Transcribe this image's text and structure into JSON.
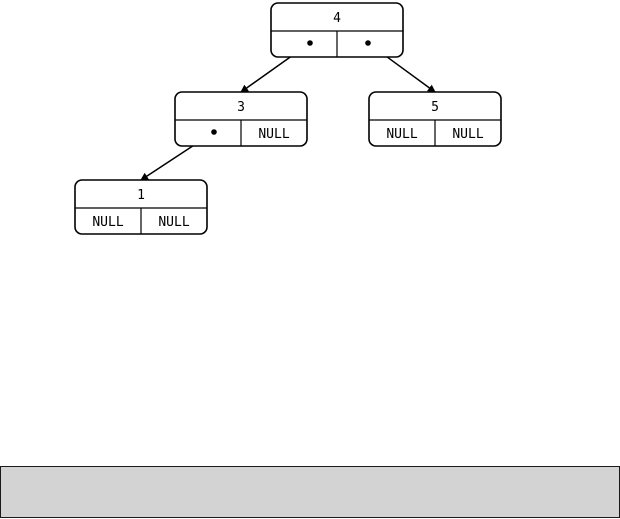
{
  "tree": {
    "null_label": "NULL",
    "nodes": [
      {
        "id": "n4",
        "value": "4",
        "left": "n3",
        "right": "n5"
      },
      {
        "id": "n3",
        "value": "3",
        "left": "n1",
        "right": null
      },
      {
        "id": "n5",
        "value": "5",
        "left": null,
        "right": null
      },
      {
        "id": "n1",
        "value": "1",
        "left": null,
        "right": null
      }
    ]
  },
  "colors": {
    "stroke": "#000000",
    "bar_fill": "#d3d3d3",
    "background": "#ffffff"
  }
}
